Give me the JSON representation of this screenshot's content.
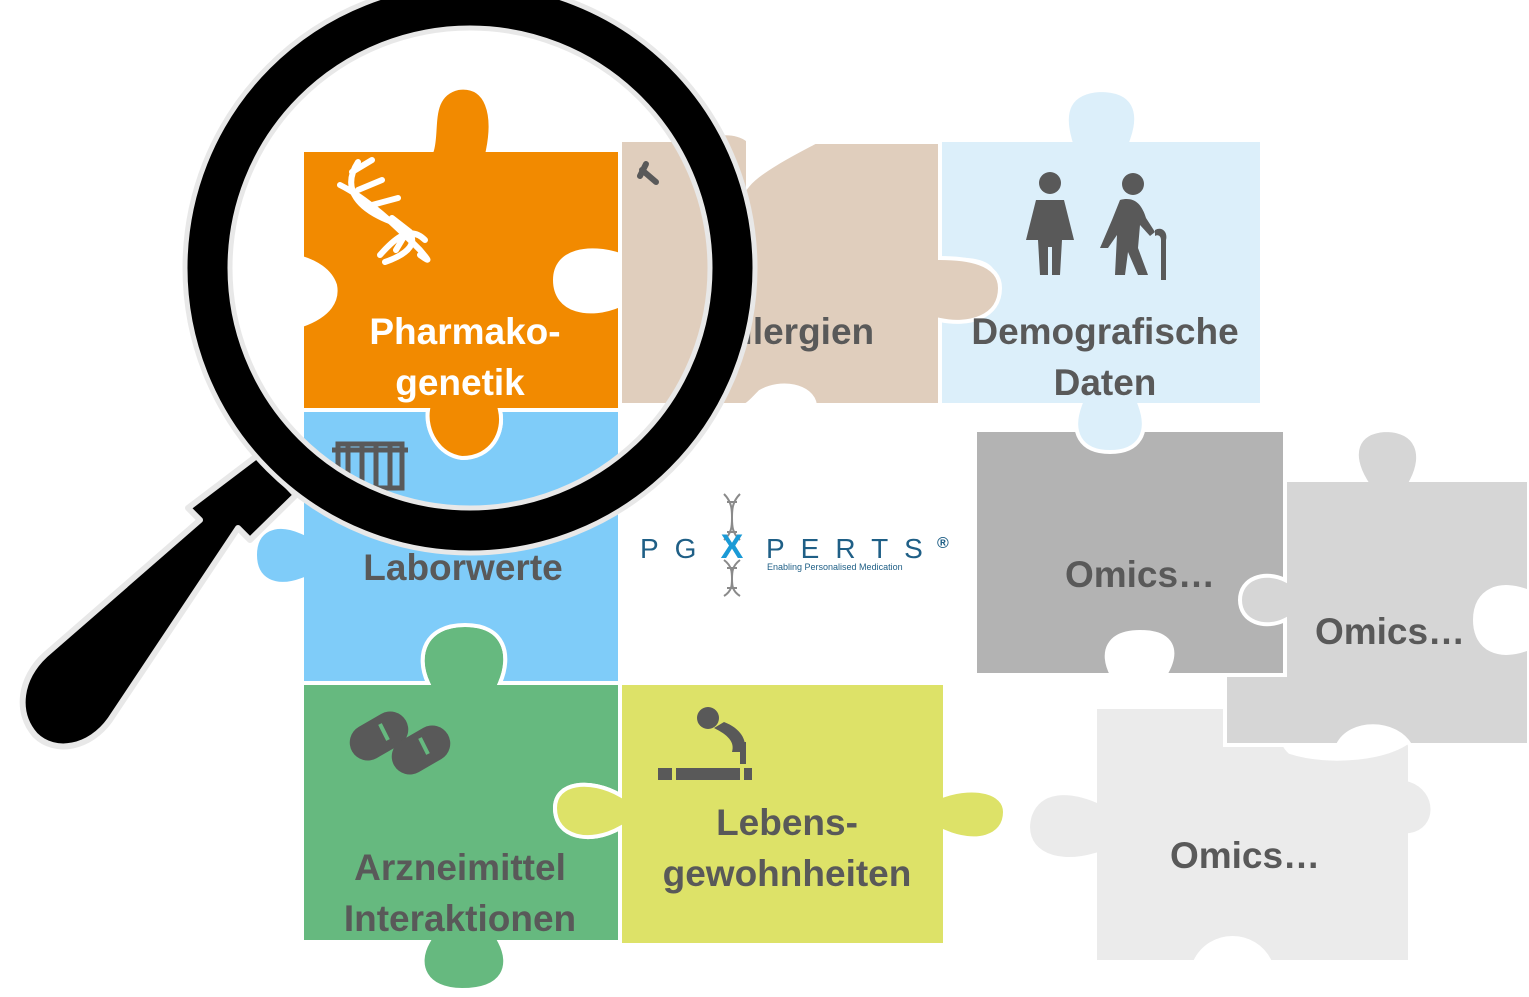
{
  "pieces": {
    "pharmako": {
      "line1": "Pharmako-",
      "line2": "genetik",
      "color": "#f28a00"
    },
    "allergien": {
      "label": "Allergien",
      "color": "#e0cebd"
    },
    "demografie": {
      "line1": "Demografische",
      "line2": "Daten",
      "color": "#dceffa"
    },
    "labor": {
      "label": "Laborwerte",
      "color": "#7fccf9"
    },
    "arznei": {
      "line1": "Arzneimittel",
      "line2": "Interaktionen",
      "color": "#66b97f"
    },
    "lebens": {
      "line1": "Lebens-",
      "line2": "gewohnheiten",
      "color": "#dde268"
    },
    "omics1": {
      "label": "Omics…",
      "color": "#b3b3b3"
    },
    "omics2": {
      "label": "Omics…",
      "color": "#d6d6d6"
    },
    "omics3": {
      "label": "Omics…",
      "color": "#ebebeb"
    }
  },
  "logo": {
    "letters_left": "PG",
    "letter_x": "X",
    "letters_right": "PERTS",
    "reg": "®",
    "tagline": "Enabling Personalised Medication"
  },
  "icons": [
    "dna-icon",
    "people-icon",
    "test-tubes-icon",
    "pills-icon",
    "cigarette-icon",
    "magnifier-icon"
  ]
}
